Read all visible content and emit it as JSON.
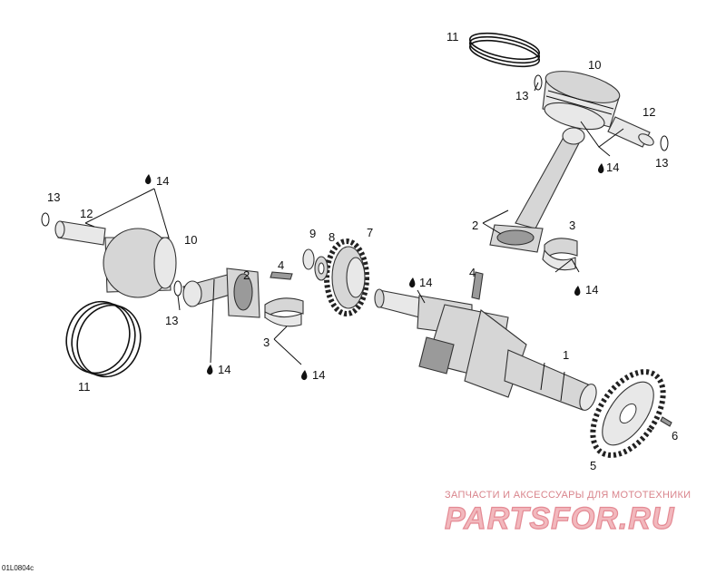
{
  "diagram": {
    "reference_code": "01L0804c",
    "callouts": {
      "c1": "1",
      "c2a": "2",
      "c2b": "2",
      "c3a": "3",
      "c3b": "3",
      "c4a": "4",
      "c4b": "4",
      "c5": "5",
      "c6": "6",
      "c7": "7",
      "c8": "8",
      "c9": "9",
      "c10a": "10",
      "c10b": "10",
      "c11a": "11",
      "c11b": "11",
      "c12a": "12",
      "c12b": "12",
      "c13a": "13",
      "c13b": "13",
      "c13c": "13",
      "c13d": "13",
      "c14a": "14",
      "c14b": "14",
      "c14c": "14",
      "c14d": "14",
      "c14e": "14",
      "c14f": "14"
    },
    "oil_icon": "oil-drop-icon"
  },
  "watermark": {
    "tagline": "ЗАПЧАСТИ И АКСЕССУАРЫ ДЛЯ МОТОТЕХНИКИ",
    "logo": "PARTSFOR.RU"
  }
}
